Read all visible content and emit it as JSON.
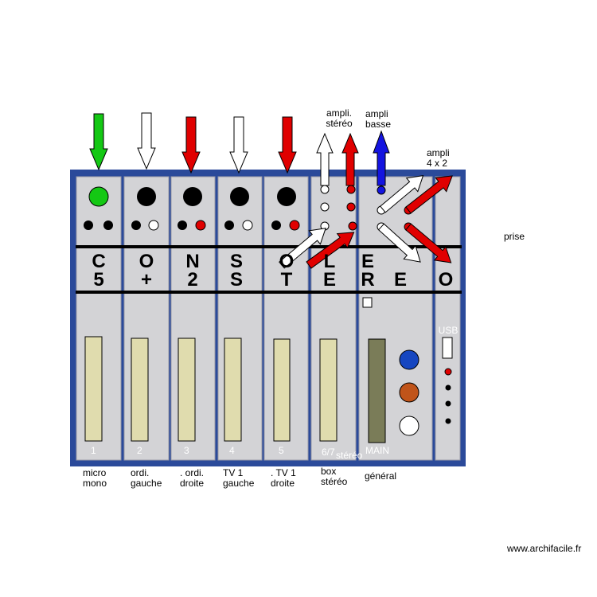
{
  "colors": {
    "frame": "#2b4a9a",
    "panel": "#d3d3d6",
    "fader_slot": "#e0dcae",
    "main_fader": "#7a7c58",
    "green": "#14c814",
    "red": "#e00000",
    "blue": "#1414e0",
    "knob_blue": "#1646c0",
    "knob_orange": "#c0541a"
  },
  "channels": [
    {
      "number": "1",
      "top_letter": "C",
      "bottom_letter": "5",
      "label_line1": "micro",
      "label_line2": "mono"
    },
    {
      "number": "2",
      "top_letter": "O",
      "bottom_letter": "+",
      "label_line1": "ordi.",
      "label_line2": "gauche"
    },
    {
      "number": "3",
      "top_letter": "N",
      "bottom_letter": "2",
      "label_line1": ". ordi.",
      "label_line2": "droite"
    },
    {
      "number": "4",
      "top_letter": "S",
      "bottom_letter": "S",
      "label_line1": "TV 1",
      "label_line2": "gauche"
    },
    {
      "number": "5",
      "top_letter": "O",
      "bottom_letter": "T",
      "label_line1": ". TV 1",
      "label_line2": "droite"
    },
    {
      "number": "6/7",
      "number_suffix": "stéréo",
      "top_letter": "L",
      "bottom_letter": "E",
      "label_line1": "box",
      "label_line2": "stéréo"
    }
  ],
  "main": {
    "label": "MAIN",
    "top_letter": "E",
    "bottom_letters": [
      "R",
      "E"
    ],
    "bottom_label": "général"
  },
  "usb_section": {
    "letter": "O",
    "usb_label": "USB"
  },
  "annotations": {
    "ampli_stereo_line1": "ampli.",
    "ampli_stereo_line2": "stéréo",
    "ampli_basse_line1": "ampli",
    "ampli_basse_line2": "basse",
    "ampli_4x2_line1": "ampli",
    "ampli_4x2_line2": "4 x 2",
    "prise": "prise"
  },
  "footer": {
    "watermark": "www.archifacile.fr"
  },
  "icons": [
    "arrow-down-icon",
    "arrow-up-icon",
    "arrow-diagonal-icon",
    "jack-socket-icon",
    "usb-port-icon"
  ]
}
